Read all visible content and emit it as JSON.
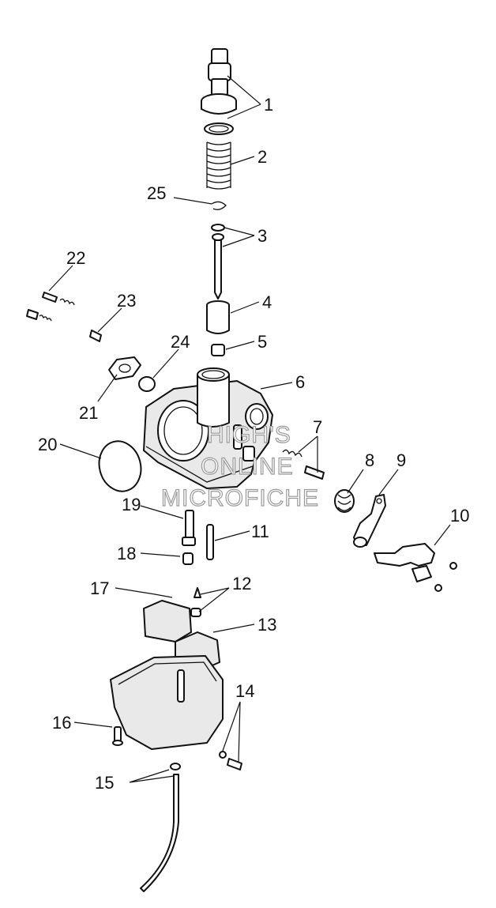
{
  "callouts": [
    {
      "id": "1",
      "label": "1"
    },
    {
      "id": "2",
      "label": "2"
    },
    {
      "id": "3",
      "label": "3"
    },
    {
      "id": "4",
      "label": "4"
    },
    {
      "id": "5",
      "label": "5"
    },
    {
      "id": "6",
      "label": "6"
    },
    {
      "id": "7",
      "label": "7"
    },
    {
      "id": "8",
      "label": "8"
    },
    {
      "id": "9",
      "label": "9"
    },
    {
      "id": "10",
      "label": "10"
    },
    {
      "id": "11",
      "label": "11"
    },
    {
      "id": "12",
      "label": "12"
    },
    {
      "id": "13",
      "label": "13"
    },
    {
      "id": "14",
      "label": "14"
    },
    {
      "id": "15",
      "label": "15"
    },
    {
      "id": "16",
      "label": "16"
    },
    {
      "id": "17",
      "label": "17"
    },
    {
      "id": "18",
      "label": "18"
    },
    {
      "id": "19",
      "label": "19"
    },
    {
      "id": "20",
      "label": "20"
    },
    {
      "id": "21",
      "label": "21"
    },
    {
      "id": "22",
      "label": "22"
    },
    {
      "id": "23",
      "label": "23"
    },
    {
      "id": "24",
      "label": "24"
    },
    {
      "id": "25",
      "label": "25"
    }
  ],
  "watermark": {
    "line1": "HIGH'S",
    "line2": "ONLINE",
    "line3": "MICROFICHE"
  }
}
